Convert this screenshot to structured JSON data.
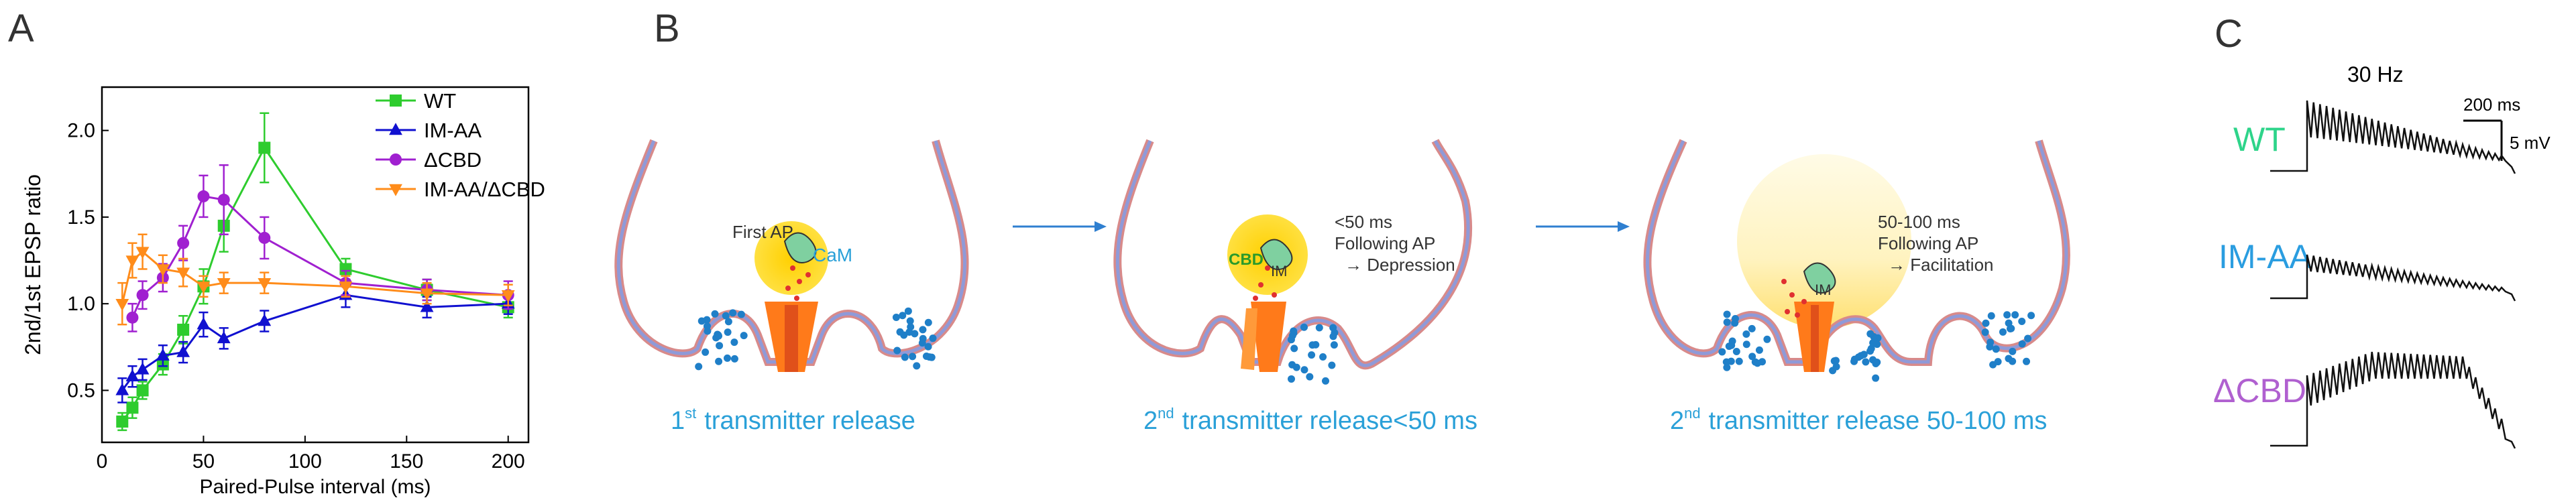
{
  "panels": {
    "a": "A",
    "b": "B",
    "c": "C"
  },
  "chart_data": {
    "type": "line",
    "title": "",
    "xlabel": "Paired-Pulse interval (ms)",
    "ylabel": "2nd/1st EPSP ratio",
    "xlim": [
      0,
      210
    ],
    "ylim": [
      0.2,
      2.25
    ],
    "xticks": [
      0,
      50,
      100,
      150,
      200
    ],
    "yticks": [
      0.5,
      1.0,
      1.5,
      2.0
    ],
    "ytick_labels": [
      "0.5",
      "1.0",
      "1.5",
      "2.0"
    ],
    "legend_position": "top-right",
    "series": [
      {
        "name": "WT",
        "color": "#2ecc2e",
        "marker": "square",
        "x": [
          10,
          15,
          20,
          30,
          40,
          50,
          60,
          80,
          120,
          160,
          200
        ],
        "y": [
          0.32,
          0.4,
          0.5,
          0.65,
          0.85,
          1.1,
          1.45,
          1.9,
          1.2,
          1.08,
          0.98
        ],
        "err": [
          0.05,
          0.06,
          0.05,
          0.06,
          0.08,
          0.1,
          0.15,
          0.2,
          0.06,
          0.06,
          0.06
        ]
      },
      {
        "name": "IM-AA",
        "color": "#1010d0",
        "marker": "triangle-up",
        "x": [
          10,
          15,
          20,
          30,
          40,
          50,
          60,
          80,
          120,
          160,
          200
        ],
        "y": [
          0.5,
          0.58,
          0.62,
          0.7,
          0.72,
          0.88,
          0.8,
          0.9,
          1.05,
          0.98,
          1.0
        ],
        "err": [
          0.07,
          0.06,
          0.06,
          0.06,
          0.06,
          0.07,
          0.06,
          0.06,
          0.07,
          0.06,
          0.06
        ]
      },
      {
        "name": "ΔCBD",
        "color": "#a020d0",
        "marker": "circle",
        "x": [
          15,
          20,
          30,
          40,
          50,
          60,
          80,
          120,
          160,
          200
        ],
        "y": [
          0.92,
          1.05,
          1.15,
          1.35,
          1.62,
          1.6,
          1.38,
          1.12,
          1.08,
          1.05
        ],
        "err": [
          0.08,
          0.08,
          0.08,
          0.1,
          0.12,
          0.2,
          0.12,
          0.07,
          0.06,
          0.08
        ]
      },
      {
        "name": "IM-AA/ΔCBD",
        "color": "#ff8c1a",
        "marker": "triangle-down",
        "x": [
          10,
          15,
          20,
          30,
          40,
          50,
          60,
          80,
          120,
          160,
          200
        ],
        "y": [
          1.0,
          1.25,
          1.3,
          1.2,
          1.18,
          1.1,
          1.12,
          1.12,
          1.1,
          1.06,
          1.05
        ],
        "err": [
          0.12,
          0.1,
          0.1,
          0.08,
          0.08,
          0.06,
          0.06,
          0.06,
          0.06,
          0.06,
          0.06
        ]
      }
    ]
  },
  "diagram": {
    "arrow_color": "#2f7fd0",
    "text_color_release": "#2aa0d8",
    "steps": [
      {
        "label_main": "1",
        "label_sup": "st",
        "label_rest": "transmitter release",
        "ap_text": "First AP",
        "cam_text": "CaM"
      },
      {
        "label_main": "2",
        "label_sup": "nd",
        "label_rest": "transmitter release<50 ms",
        "time_text": "<50 ms",
        "line2": "Following AP",
        "line3": "→ Depression",
        "cbd_text": "CBD",
        "im_text": "IM"
      },
      {
        "label_main": "2",
        "label_sup": "nd",
        "label_rest": "transmitter release 50-100 ms",
        "time_text": "50-100 ms",
        "line2": "Following AP",
        "line3": "→ Facilitation",
        "im_text": "IM"
      }
    ]
  },
  "traces": {
    "freq_label": "30 Hz",
    "scale_time": "200 ms",
    "scale_voltage": "5 mV",
    "rows": [
      {
        "name": "WT",
        "color": "#2ed48a"
      },
      {
        "name": "IM-AA",
        "color": "#2a9de0"
      },
      {
        "name": "ΔCBD",
        "color": "#b060d0"
      }
    ]
  }
}
